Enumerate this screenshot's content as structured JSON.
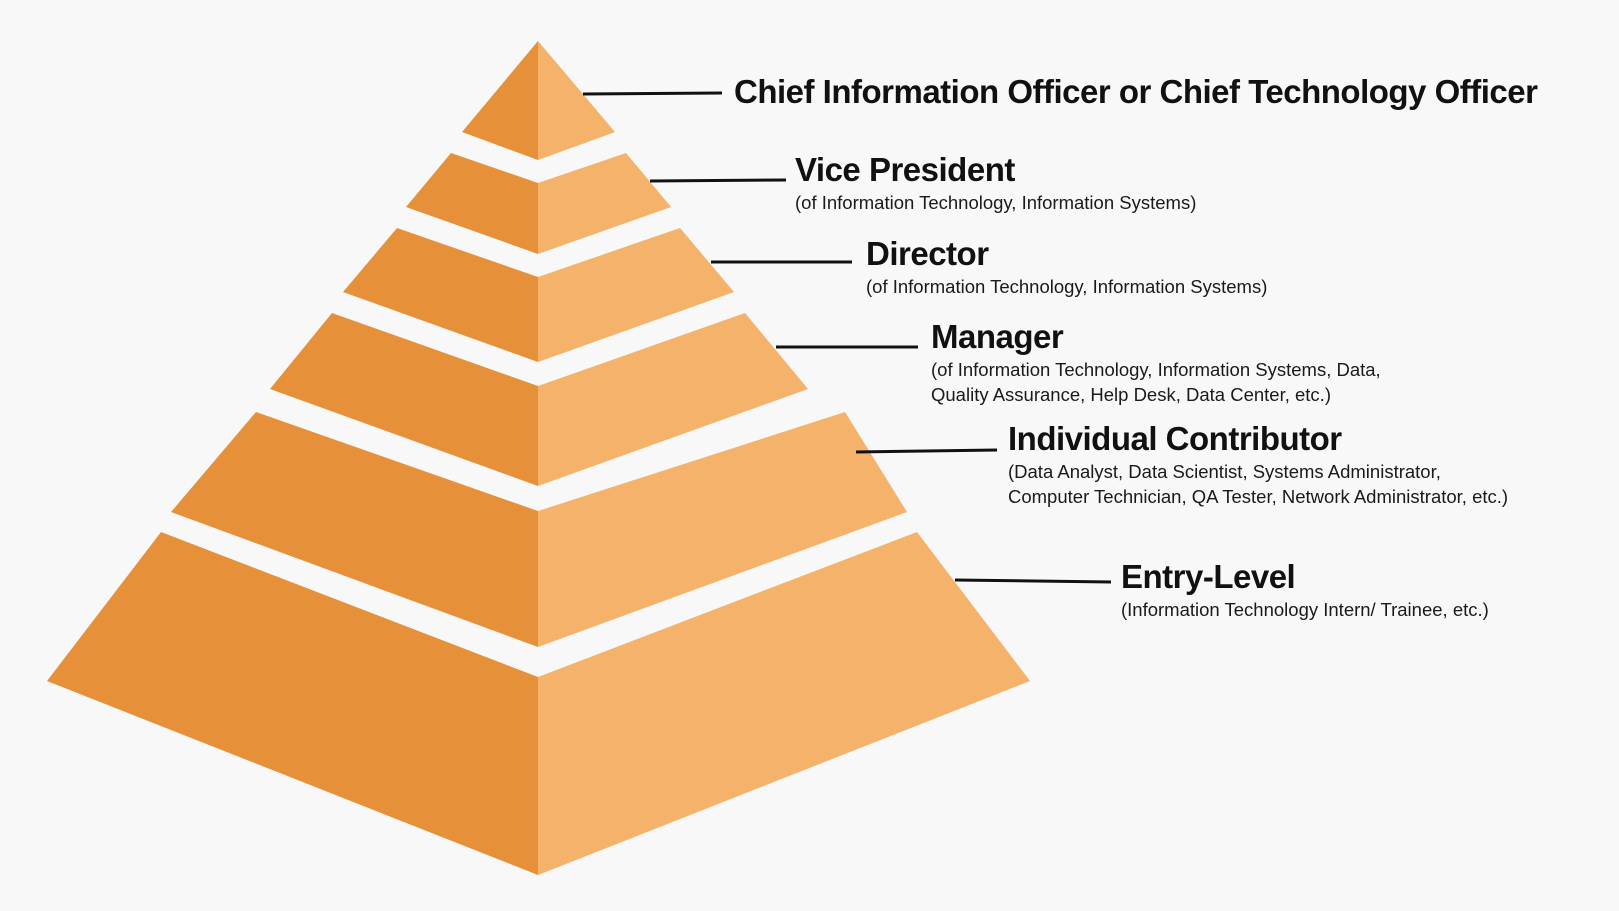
{
  "colors": {
    "background": "#f8f8f8",
    "face_dark": "#e6913a",
    "face_light": "#f5b26a",
    "leader_line": "#111111",
    "text": "#111111"
  },
  "tiers": [
    {
      "title": "Chief Information Officer or Chief Technology Officer",
      "subtitle_lines": []
    },
    {
      "title": "Vice President",
      "subtitle_lines": [
        "(of Information Technology, Information Systems)"
      ]
    },
    {
      "title": "Director",
      "subtitle_lines": [
        "(of Information Technology, Information Systems)"
      ]
    },
    {
      "title": "Manager",
      "subtitle_lines": [
        "(of Information Technology, Information Systems, Data,",
        "Quality Assurance,  Help Desk, Data Center, etc.)"
      ]
    },
    {
      "title": "Individual Contributor",
      "subtitle_lines": [
        "(Data Analyst, Data Scientist, Systems Administrator,",
        "Computer Technician, QA Tester, Network Administrator, etc.)"
      ]
    },
    {
      "title": "Entry-Level",
      "subtitle_lines": [
        "(Information Technology Intern/ Trainee, etc.)"
      ]
    }
  ]
}
